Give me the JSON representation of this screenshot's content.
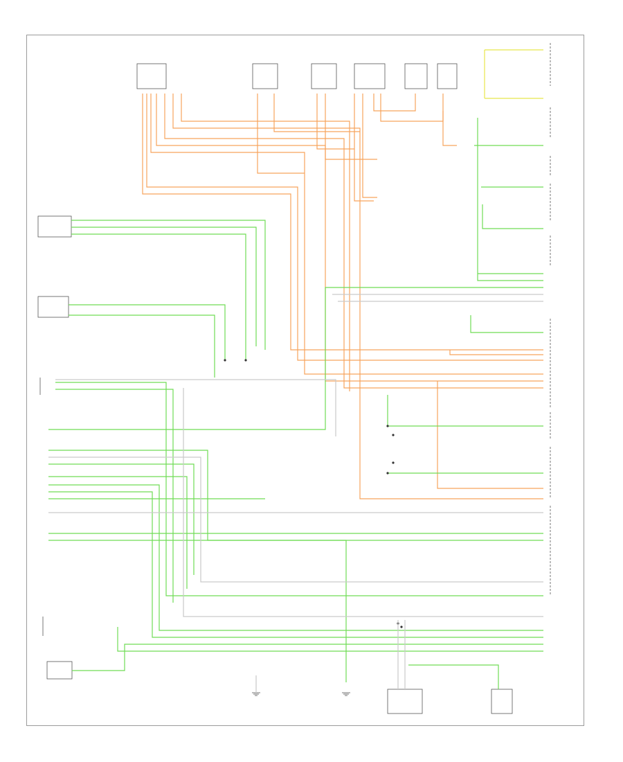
{
  "diagram": {
    "colors": {
      "orange": "#f7a35c",
      "green": "#6fdc55",
      "yellow": "#e8e64a",
      "gray": "#c9c9c9",
      "frame": "#9a9a9a"
    },
    "page_code": "",
    "components": [
      "top-sensor-1",
      "top-sensor-2",
      "top-sensor-3",
      "top-sensor-4",
      "top-sensor-5",
      "top-sensor-6",
      "left-module-1",
      "left-module-2",
      "left-module-3",
      "left-module-4",
      "left-module-5",
      "right-module-1",
      "right-module-2",
      "right-module-3",
      "right-module-4",
      "right-module-5",
      "right-module-6",
      "right-module-7",
      "right-module-8",
      "right-module-9",
      "right-module-10",
      "bottom-ground-1",
      "bottom-ground-2",
      "bottom-module-1",
      "bottom-module-2"
    ]
  }
}
